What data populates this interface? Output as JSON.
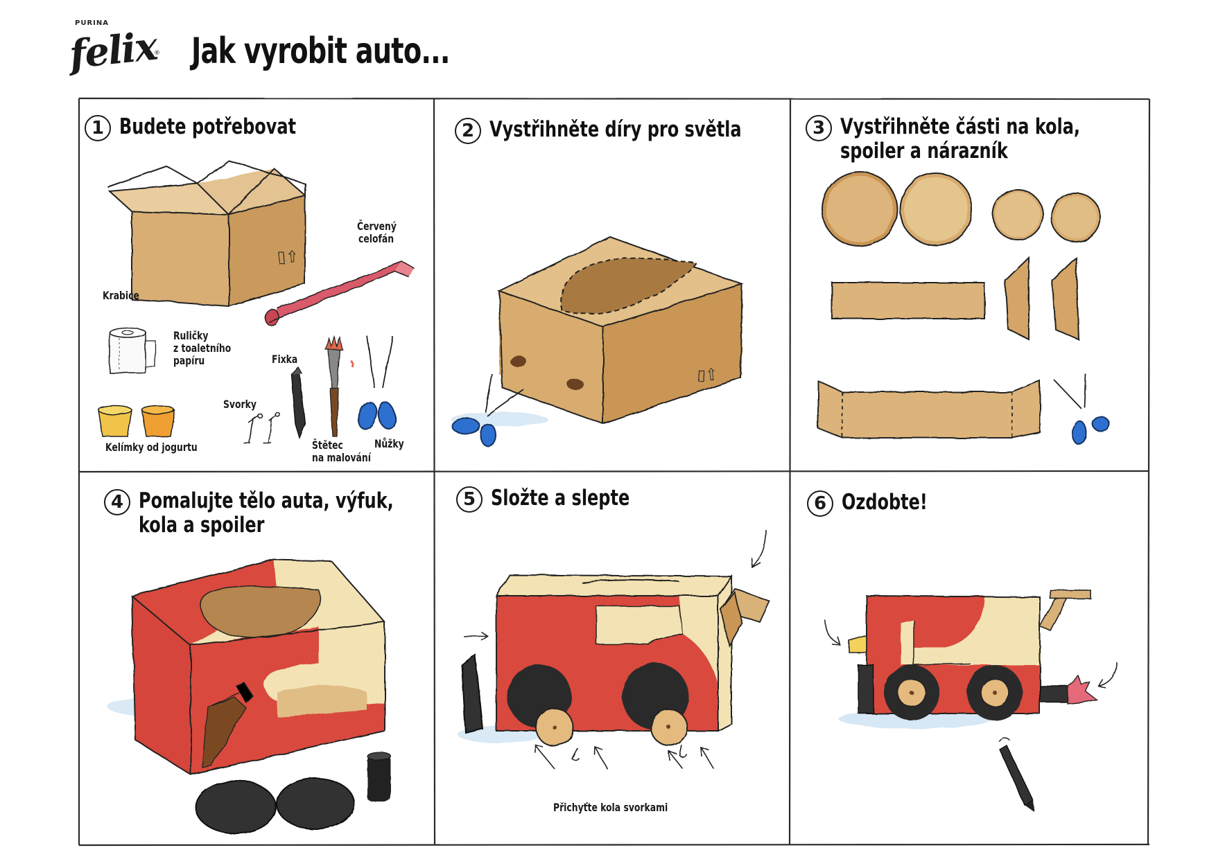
{
  "brand": {
    "purina": "PURINA",
    "name": "felix",
    "reg": "®"
  },
  "title": "Jak vyrobit auto...",
  "panels": [
    {
      "number": "1",
      "title": "Budete potřebovat",
      "labels": {
        "box": "Krabice",
        "cellophane_1": "Červený",
        "cellophane_2": "celofán",
        "roll_1": "Ruličky",
        "roll_2": "z toaletního",
        "roll_3": "papíru",
        "marker": "Fixka",
        "clips": "Svorky",
        "cups": "Kelímky od jogurtu",
        "brush_1": "Štětec",
        "brush_2": "na malování",
        "scissors": "Nůžky"
      }
    },
    {
      "number": "2",
      "title": "Vystřihněte díry pro světla"
    },
    {
      "number": "3",
      "title_1": "Vystřihněte  části na kola,",
      "title_2": "spoiler a nárazník"
    },
    {
      "number": "4",
      "title_1": "Pomalujte tělo auta, výfuk,",
      "title_2": "kola a spoiler"
    },
    {
      "number": "5",
      "title": "Složte a slepte",
      "caption": "Přichyťte kola svorkami"
    },
    {
      "number": "6",
      "title": "Ozdobte!"
    }
  ],
  "colors": {
    "cardboard": "#d9b27a",
    "cardboard_dark": "#c8975a",
    "red_paint": "#d94a3e",
    "cream": "#f3e3b4",
    "blue_handle": "#2f6fd0",
    "black": "#222222",
    "pink": "#e56b79"
  }
}
